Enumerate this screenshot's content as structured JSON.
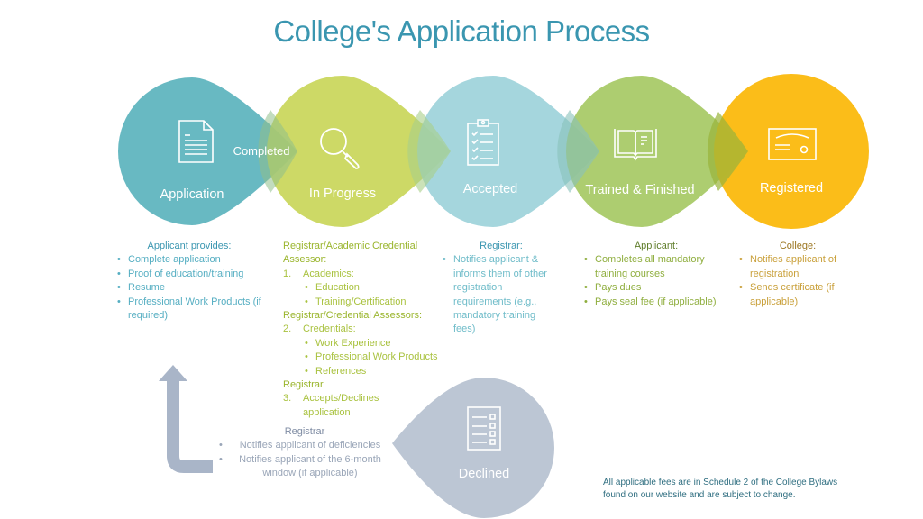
{
  "title": "College's Application Process",
  "colors": {
    "application": "#63b7c0",
    "in_progress": "#c6d451",
    "accepted": "#99d0d8",
    "trained": "#a2c65c",
    "registered": "#fbbb12",
    "declined": "#bcc6d4",
    "return_arrow": "#a9b5c8",
    "title": "#3a96b0"
  },
  "stages": [
    {
      "id": "application",
      "label": "Application",
      "icon": "document-icon"
    },
    {
      "id": "in_progress",
      "label": "In Progress",
      "icon": "magnifier-icon"
    },
    {
      "id": "accepted",
      "label": "Accepted",
      "icon": "clipboard-checklist-icon"
    },
    {
      "id": "trained",
      "label": "Trained & Finished",
      "icon": "open-book-icon"
    },
    {
      "id": "registered",
      "label": "Registered",
      "icon": "certificate-icon"
    }
  ],
  "connector_label": "Completed",
  "declined": {
    "label": "Declined",
    "icon": "checklist-icon"
  },
  "descriptions": {
    "application": {
      "heading": "Applicant provides:",
      "items": [
        "Complete application",
        "Proof of education/training",
        "Resume",
        "Professional Work Products (if required)"
      ]
    },
    "in_progress": {
      "heading1": "Registrar/Academic Credential Assessor:",
      "step1": {
        "num": "1.",
        "label": "Academics:",
        "items": [
          "Education",
          "Training/Certification"
        ]
      },
      "heading2": "Registrar/Credential Assessors:",
      "step2": {
        "num": "2.",
        "label": "Credentials:",
        "items": [
          "Work Experience",
          "Professional Work Products",
          "References"
        ]
      },
      "heading3": "Registrar",
      "step3": {
        "num": "3.",
        "label": "Accepts/Declines application"
      }
    },
    "accepted": {
      "heading": "Registrar:",
      "items": [
        "Notifies applicant & informs them of other registration requirements (e.g., mandatory training fees)"
      ]
    },
    "trained": {
      "heading": "Applicant:",
      "items": [
        "Completes all mandatory training courses",
        "Pays dues",
        "Pays seal fee (if applicable)"
      ]
    },
    "registered": {
      "heading": "College:",
      "items": [
        "Notifies applicant of registration",
        "Sends certificate (if applicable)"
      ]
    },
    "declined": {
      "heading": "Registrar",
      "items": [
        "Notifies applicant of deficiencies",
        "Notifies applicant of the 6-month window (if applicable)"
      ]
    }
  },
  "footnote": "All applicable fees are in Schedule 2 of the College Bylaws found on our website and are subject to change."
}
